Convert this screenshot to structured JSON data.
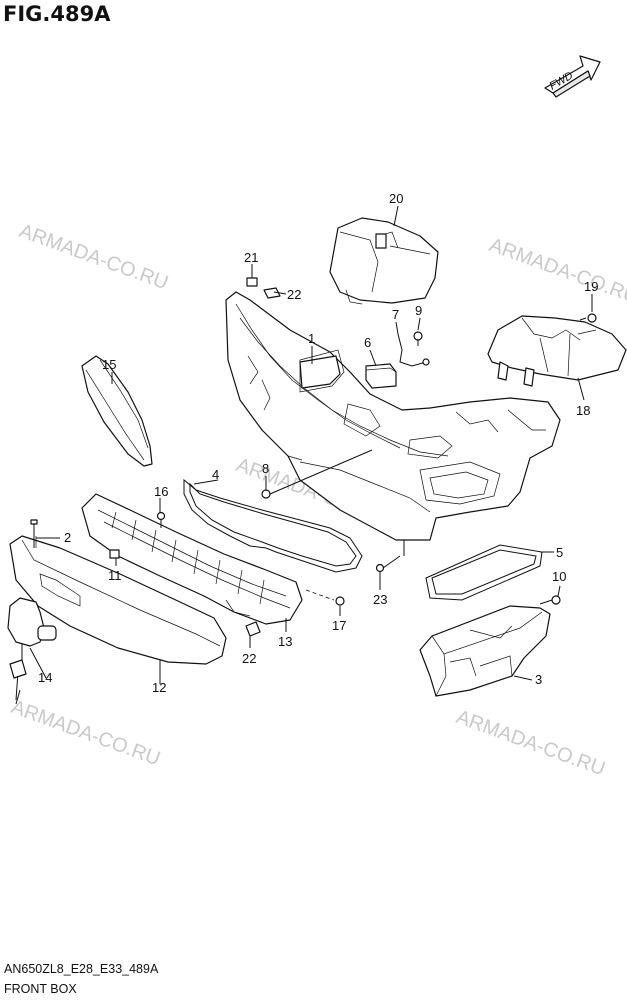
{
  "figure": {
    "title": "FIG.489A",
    "model_code": "AN650ZL8_E28_E33_489A",
    "section_name": "FRONT BOX",
    "direction_label": "FWD"
  },
  "watermark": "ARMADA-CO.RU",
  "colors": {
    "line": "#111111",
    "watermark": "#b8b8b8",
    "background": "#ffffff"
  },
  "callouts": [
    "1",
    "2",
    "3",
    "4",
    "5",
    "6",
    "7",
    "8",
    "9",
    "10",
    "11",
    "12",
    "13",
    "14",
    "15",
    "16",
    "17",
    "18",
    "19",
    "20",
    "21",
    "22",
    "22",
    "23"
  ]
}
